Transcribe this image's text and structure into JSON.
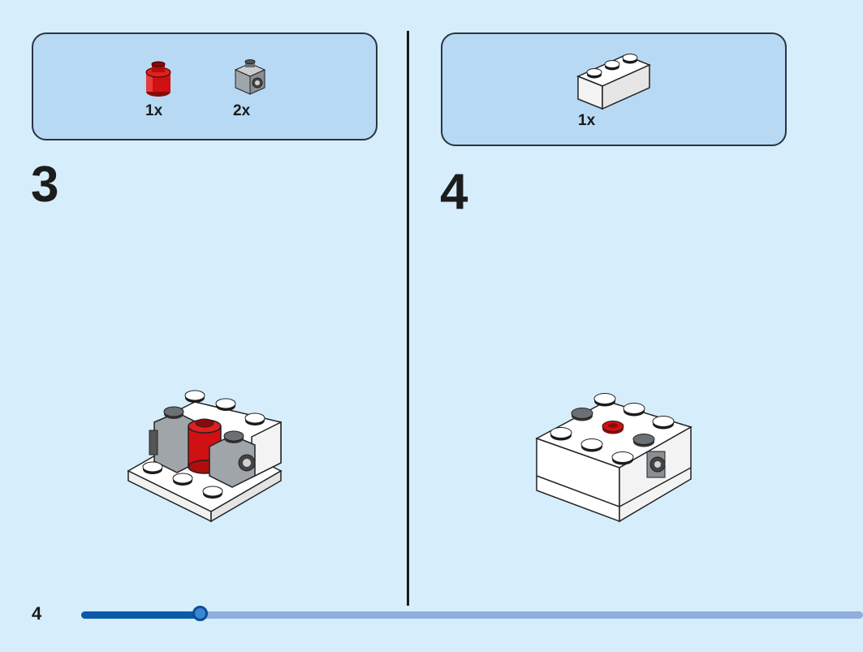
{
  "steps": [
    {
      "number": "3",
      "parts": [
        {
          "icon": "red-round-brick-icon",
          "quantity": "1x",
          "color": "#d01012"
        },
        {
          "icon": "gray-bracket-brick-icon",
          "quantity": "2x",
          "color": "#a0a5a9"
        }
      ]
    },
    {
      "number": "4",
      "parts": [
        {
          "icon": "white-1x3-brick-icon",
          "quantity": "1x",
          "color": "#ffffff"
        }
      ]
    }
  ],
  "footer": {
    "page_number": "4",
    "progress": 0.153
  },
  "colors": {
    "background": "#d6edfb",
    "parts_box": "#b7d9f4",
    "progress_fill": "#0b5ca8",
    "progress_track": "#8faedc"
  }
}
